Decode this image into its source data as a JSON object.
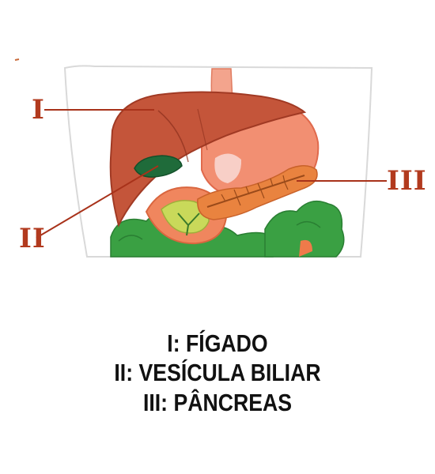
{
  "markers": {
    "liver": "I",
    "gallbladder": "II",
    "pancreas": "III"
  },
  "legend": [
    "I: FÍGADO",
    "II: VESÍCULA BILIAR",
    "III: PÂNCREAS"
  ],
  "colors": {
    "leader_line": "#a8321a",
    "marker_text": "#b23a1e",
    "liver": "#c4553a",
    "gallbladder": "#1f6b3a",
    "pancreas": "#e9833f",
    "stomach": "#f28f72",
    "intestine": "#3aa043",
    "caption_text": "#111111"
  }
}
